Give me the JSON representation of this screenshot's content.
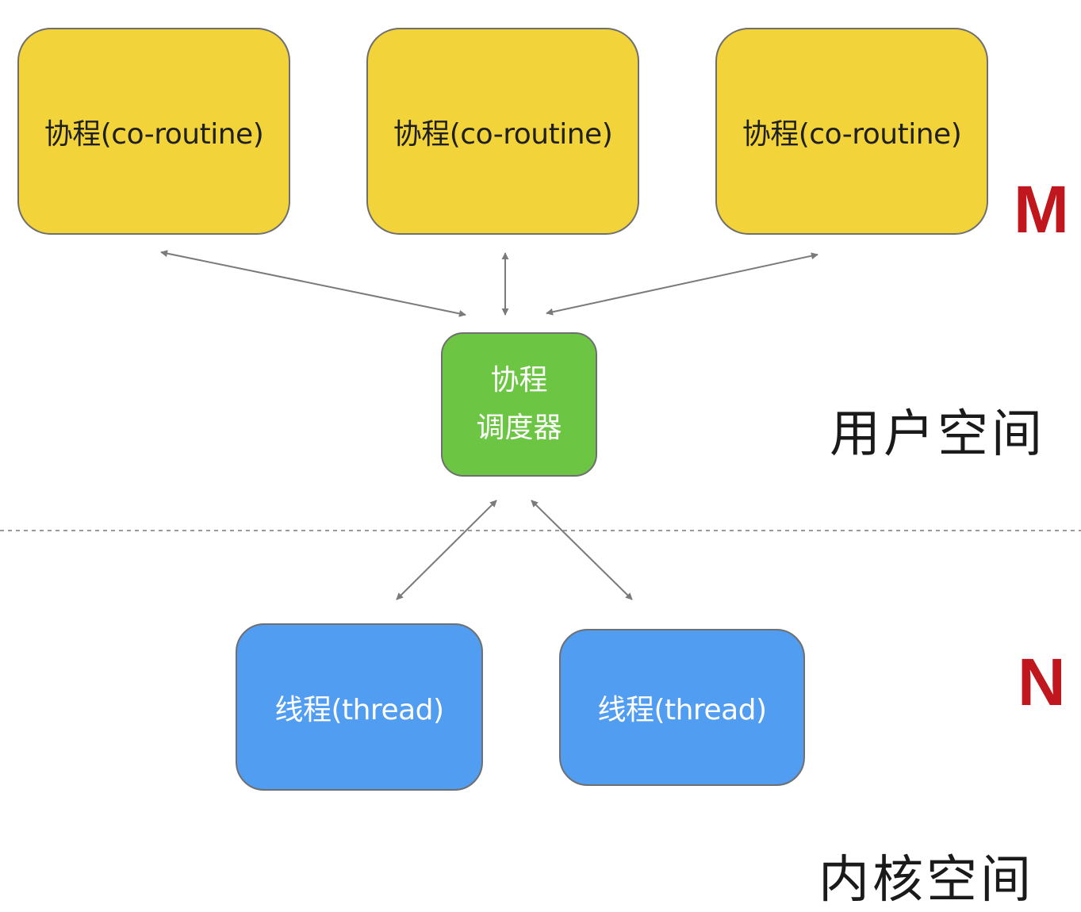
{
  "coroutines": [
    {
      "label": "协程(co-routine)"
    },
    {
      "label": "协程(co-routine)"
    },
    {
      "label": "协程(co-routine)"
    }
  ],
  "scheduler": {
    "line1": "协程",
    "line2": "调度器"
  },
  "threads": [
    {
      "label": "线程(thread)"
    },
    {
      "label": "线程(thread)"
    }
  ],
  "labels": {
    "user_space": "用户空间",
    "kernel_space": "内核空间",
    "m": "M",
    "n": "N"
  },
  "colors": {
    "coroutine_fill": "#F2D43A",
    "scheduler_fill": "#6CC644",
    "thread_fill": "#519DF2",
    "count_letter": "#C0161D",
    "connector": "#7A7A7A",
    "divider": "#9A9A9A"
  }
}
